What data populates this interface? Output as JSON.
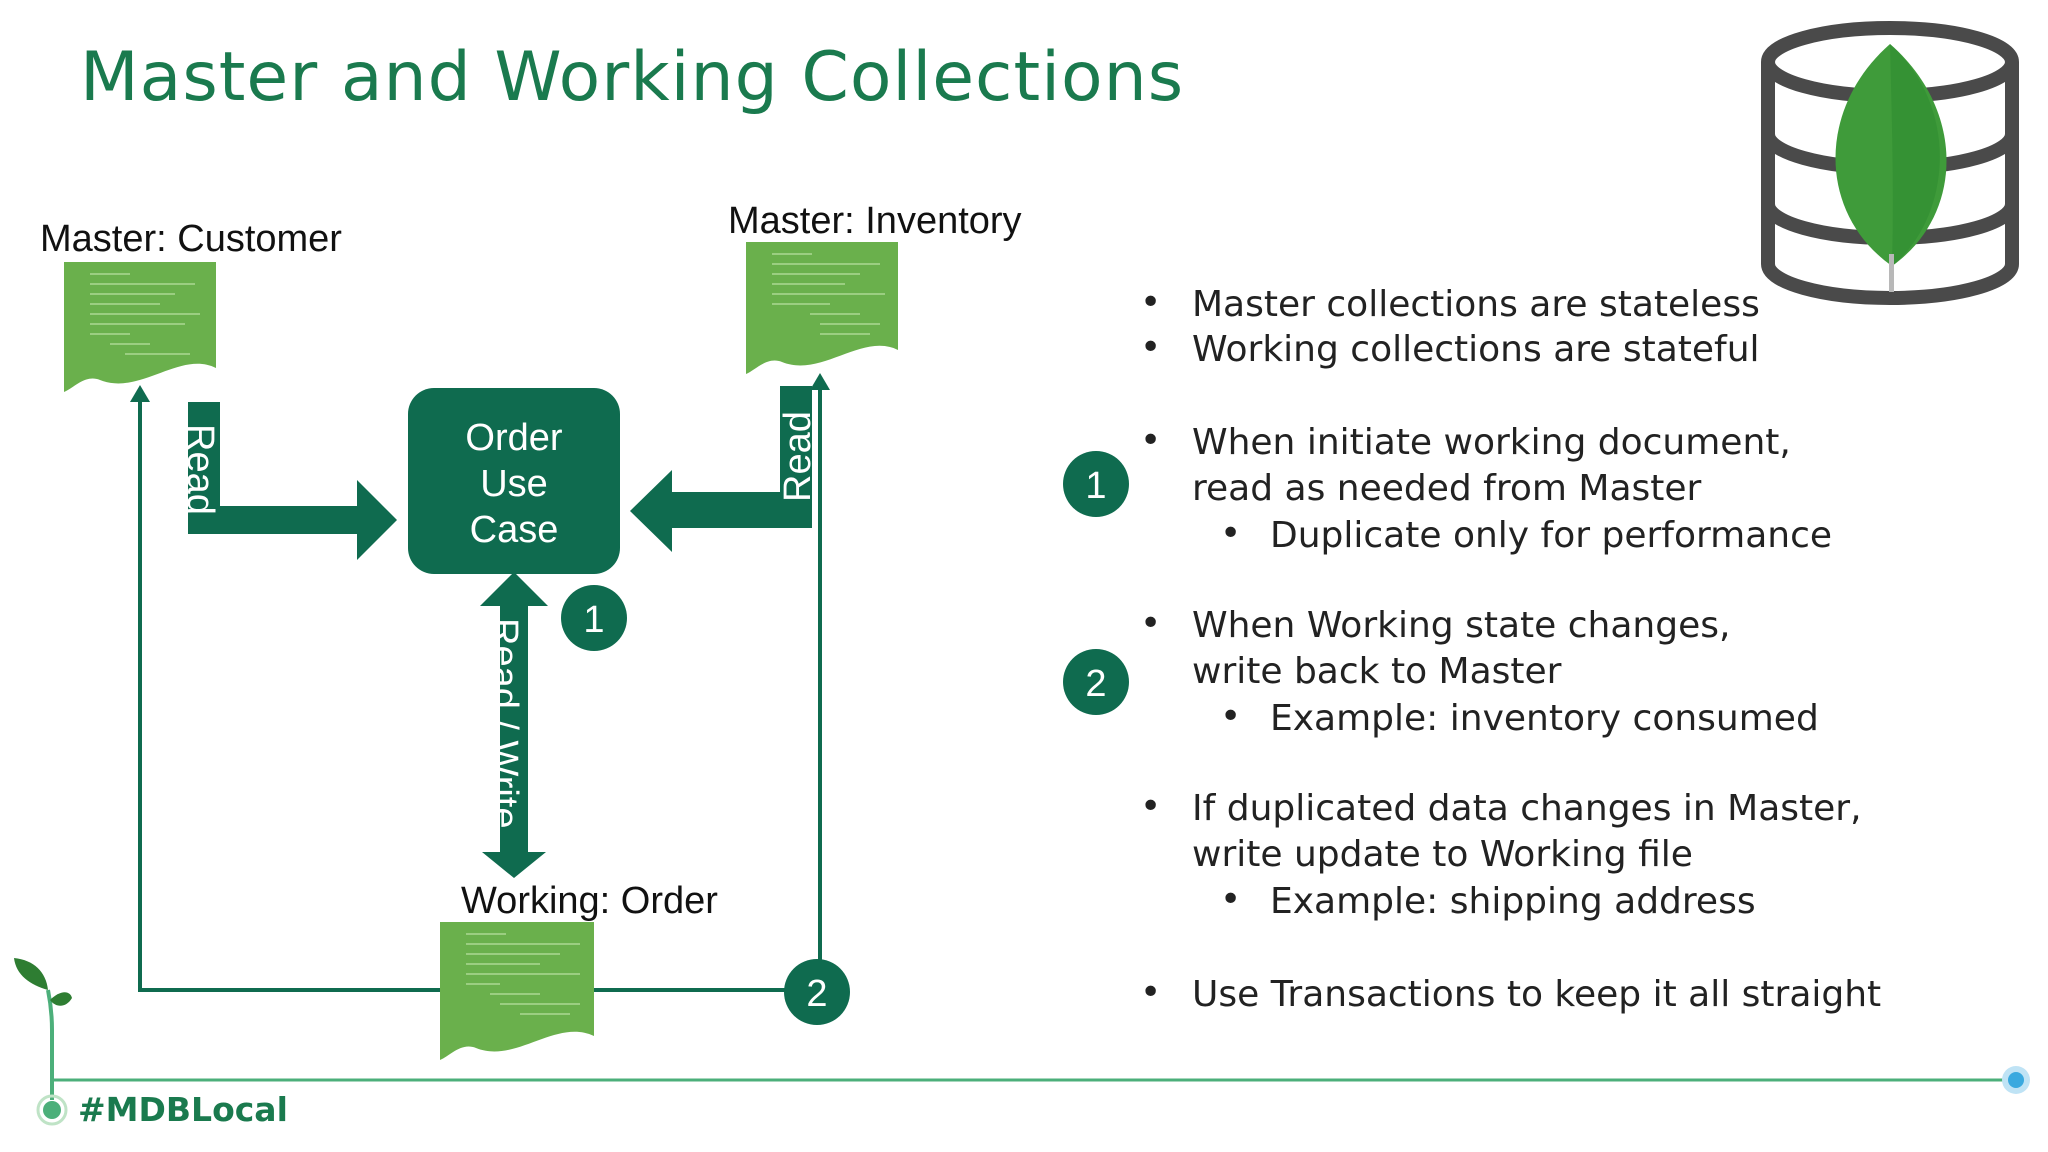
{
  "slide": {
    "title": "Master and Working Collections",
    "hashtag": "#MDBLocal"
  },
  "diagram": {
    "master_customer_label": "Master: Customer",
    "master_inventory_label": "Master: Inventory",
    "working_order_label": "Working: Order",
    "use_case_lines": [
      "Order",
      "Use",
      "Case"
    ],
    "read_left": "Read",
    "read_right": "Read",
    "read_write": "Read / Write",
    "marker_1": "1",
    "marker_2": "2"
  },
  "bullets": {
    "b1": "Master collections are stateless",
    "b2": "Working collections are stateful",
    "b3_l1": "When initiate working document,",
    "b3_l2": "read as needed from Master",
    "b3_sub": "Duplicate only for performance",
    "b4_l1": "When Working state changes,",
    "b4_l2": "write back to Master",
    "b4_sub": "Example: inventory consumed",
    "b5_l1": "If duplicated data changes in Master,",
    "b5_l2": "write update to Working file",
    "b5_sub": "Example: shipping address",
    "b6": "Use Transactions to keep it all straight",
    "marker_1": "1",
    "marker_2": "2",
    "bullet_glyph": "•"
  },
  "colors": {
    "title_green": "#1a7a4e",
    "dark_green": "#0f6b4f",
    "doc_green": "#6ab04c",
    "leaf_green": "#3f9b3a",
    "line_green": "#4caf7a"
  },
  "icons": {
    "database": "database-icon",
    "leaf": "mongodb-leaf-icon",
    "sprout": "sprout-icon"
  }
}
